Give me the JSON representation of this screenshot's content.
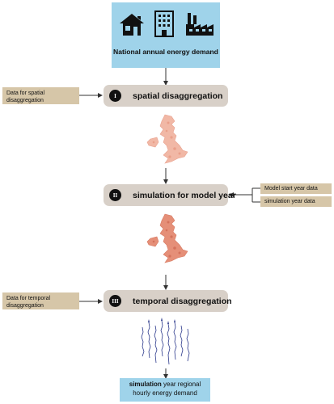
{
  "top_box": {
    "title": "National annual energy demand",
    "icons": [
      "house-icon",
      "office-building-icon",
      "factory-icon"
    ],
    "color": "#9fd3ea"
  },
  "steps": [
    {
      "number": "I",
      "label": "spatial disaggregation"
    },
    {
      "number": "II",
      "label": "simulation for model year"
    },
    {
      "number": "III",
      "label": "temporal disaggregation"
    }
  ],
  "inputs": {
    "spatial": "Data for spatial disaggregation",
    "model_start": "Model start year data",
    "simulation_year": "simulation year data",
    "temporal": "Data for temporal disaggregation"
  },
  "maps": [
    "uk-map-icon",
    "uk-map-icon"
  ],
  "time_series_icon": "hourly-profile-icon",
  "bottom_box": {
    "title_bold": "simulation",
    "title_rest": " year regional hourly energy demand",
    "color": "#9fd3ea"
  },
  "colors": {
    "step_fill": "#d8d0c8",
    "input_fill": "#d6c6a8",
    "map_fill": "#e58f78"
  }
}
